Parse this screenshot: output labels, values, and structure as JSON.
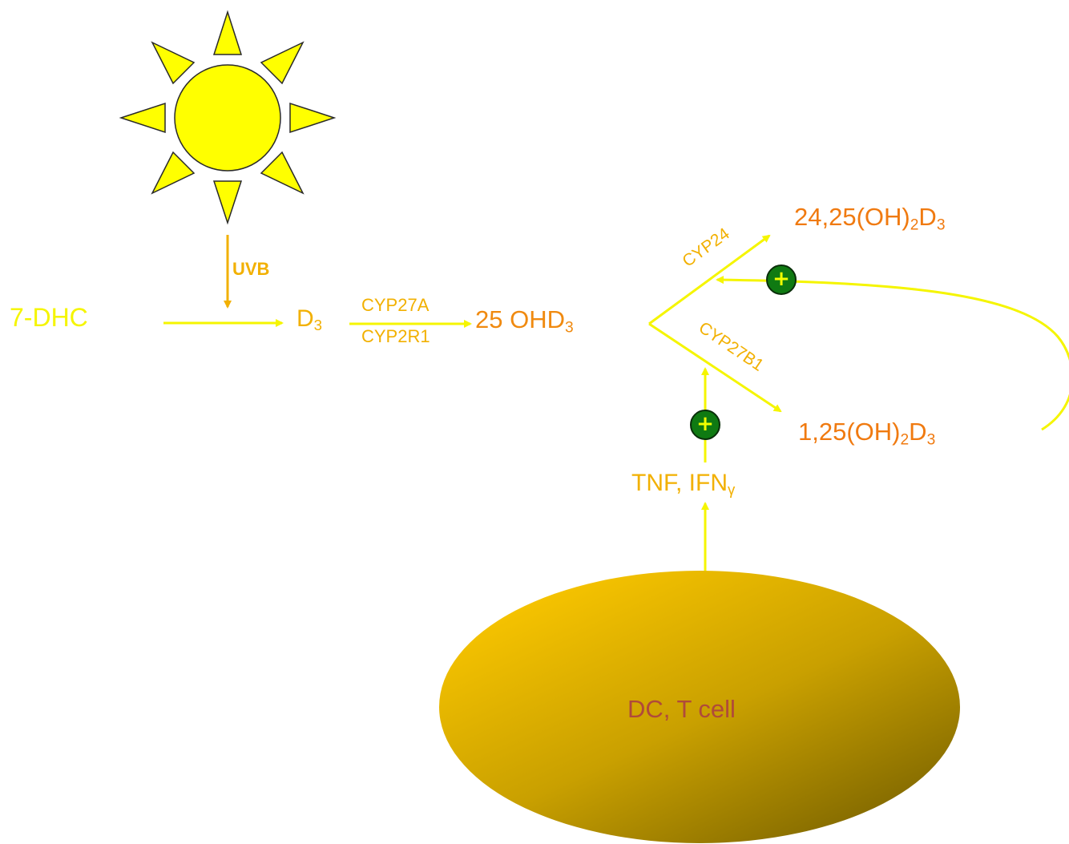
{
  "labels": {
    "uvb": "UVB",
    "seven_dhc": "7-DHC",
    "d3": "D",
    "d3_sub": "3",
    "cyp27a": "CYP27A",
    "cyp2r1": "CYP2R1",
    "ohd3_main": "25 OHD",
    "ohd3_sub": "3",
    "cyp24": "CYP24",
    "cyp27b1": "CYP27B1",
    "product_24_25_a": "24,25(OH)",
    "product_24_25_sub1": "2",
    "product_24_25_b": "D",
    "product_24_25_sub2": "3",
    "product_1_25_a": "1,25(OH)",
    "product_1_25_sub1": "2",
    "product_1_25_b": "D",
    "product_1_25_sub2": "3",
    "tnf_ifn": "TNF, IFN",
    "tnf_ifn_sub": "γ",
    "cell": "DC, T cell",
    "plus": "+"
  },
  "colors": {
    "yellow": "#f5f500",
    "amber": "#f2b000",
    "orange": "#f07a10",
    "cell_text": "#b04a3a",
    "badge_green": "#0f7a12"
  },
  "icons": {
    "sun": "sun-icon",
    "activation": "plus-circle-icon"
  }
}
